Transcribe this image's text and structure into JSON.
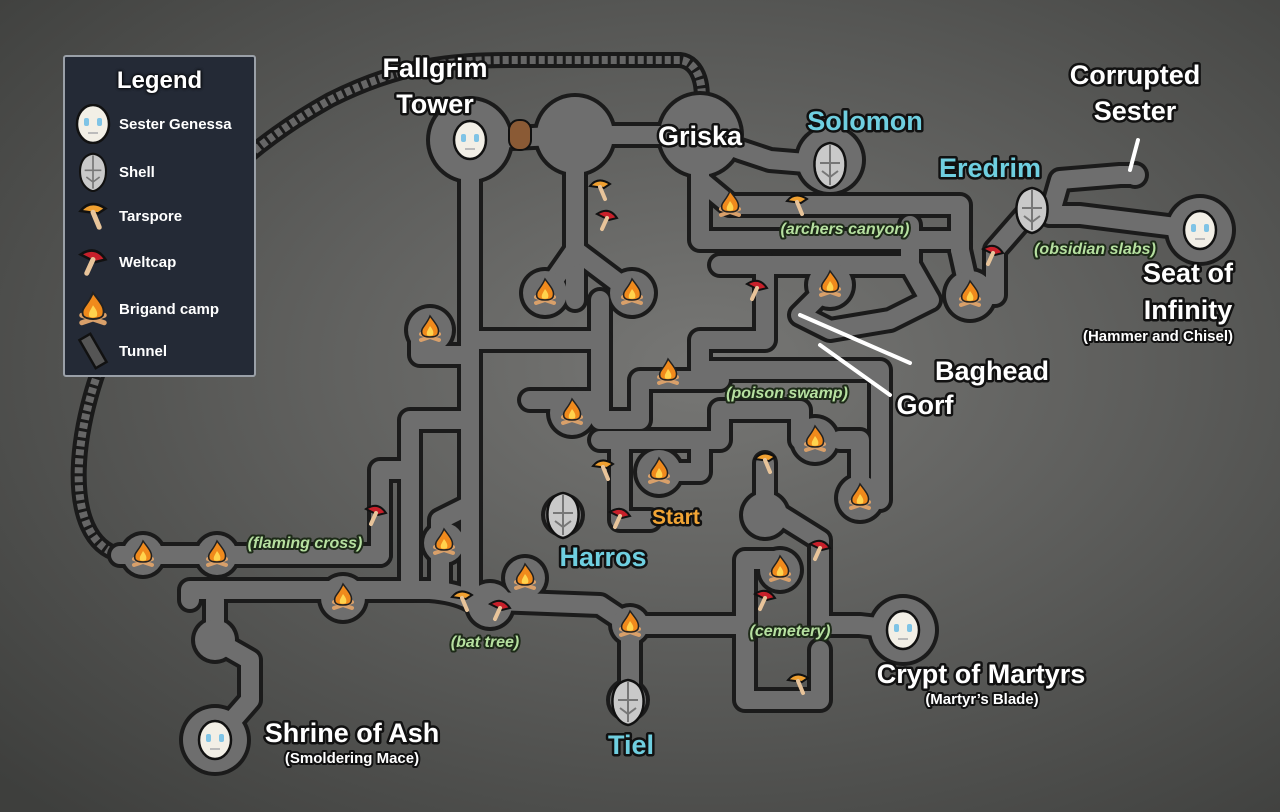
{
  "legend": {
    "title": "Legend",
    "items": [
      {
        "label": "Sester Genessa",
        "icon": "sester-face-icon"
      },
      {
        "label": "Shell",
        "icon": "shell-helmet-icon"
      },
      {
        "label": "Tarspore",
        "icon": "tarspore-mushroom-icon"
      },
      {
        "label": "Weltcap",
        "icon": "weltcap-mushroom-icon"
      },
      {
        "label": "Brigand camp",
        "icon": "campfire-icon"
      },
      {
        "label": "Tunnel",
        "icon": "tunnel-icon"
      }
    ]
  },
  "locations": {
    "fallgrim": [
      "Fallgrim",
      "Tower"
    ],
    "griska": "Griska",
    "solomon": "Solomon",
    "corrupted_sester": [
      "Corrupted",
      "Sester"
    ],
    "eredrim": "Eredrim",
    "seat_of_infinity": [
      "Seat of",
      "Infinity"
    ],
    "seat_reward": "(Hammer and Chisel)",
    "baghead": "Baghead",
    "gorf": "Gorf",
    "harros": "Harros",
    "start": "Start",
    "tiel": "Tiel",
    "crypt": "Crypt of Martyrs",
    "crypt_reward": "(Martyr’s Blade)",
    "shrine": "Shrine of Ash",
    "shrine_reward": "(Smoldering Mace)"
  },
  "areas": {
    "archers_canyon": "(archers canyon)",
    "obsidian_slabs": "(obsidian slabs)",
    "poison_swamp": "(poison swamp)",
    "flaming_cross": "(flaming cross)",
    "bat_tree": "(bat tree)",
    "cemetery": "(cemetery)"
  },
  "colors": {
    "npc": "#6fcfe0",
    "area": "#b6e0a0",
    "start": "#f2a535",
    "tarspore": "#f0a030",
    "weltcap": "#c8202a"
  }
}
